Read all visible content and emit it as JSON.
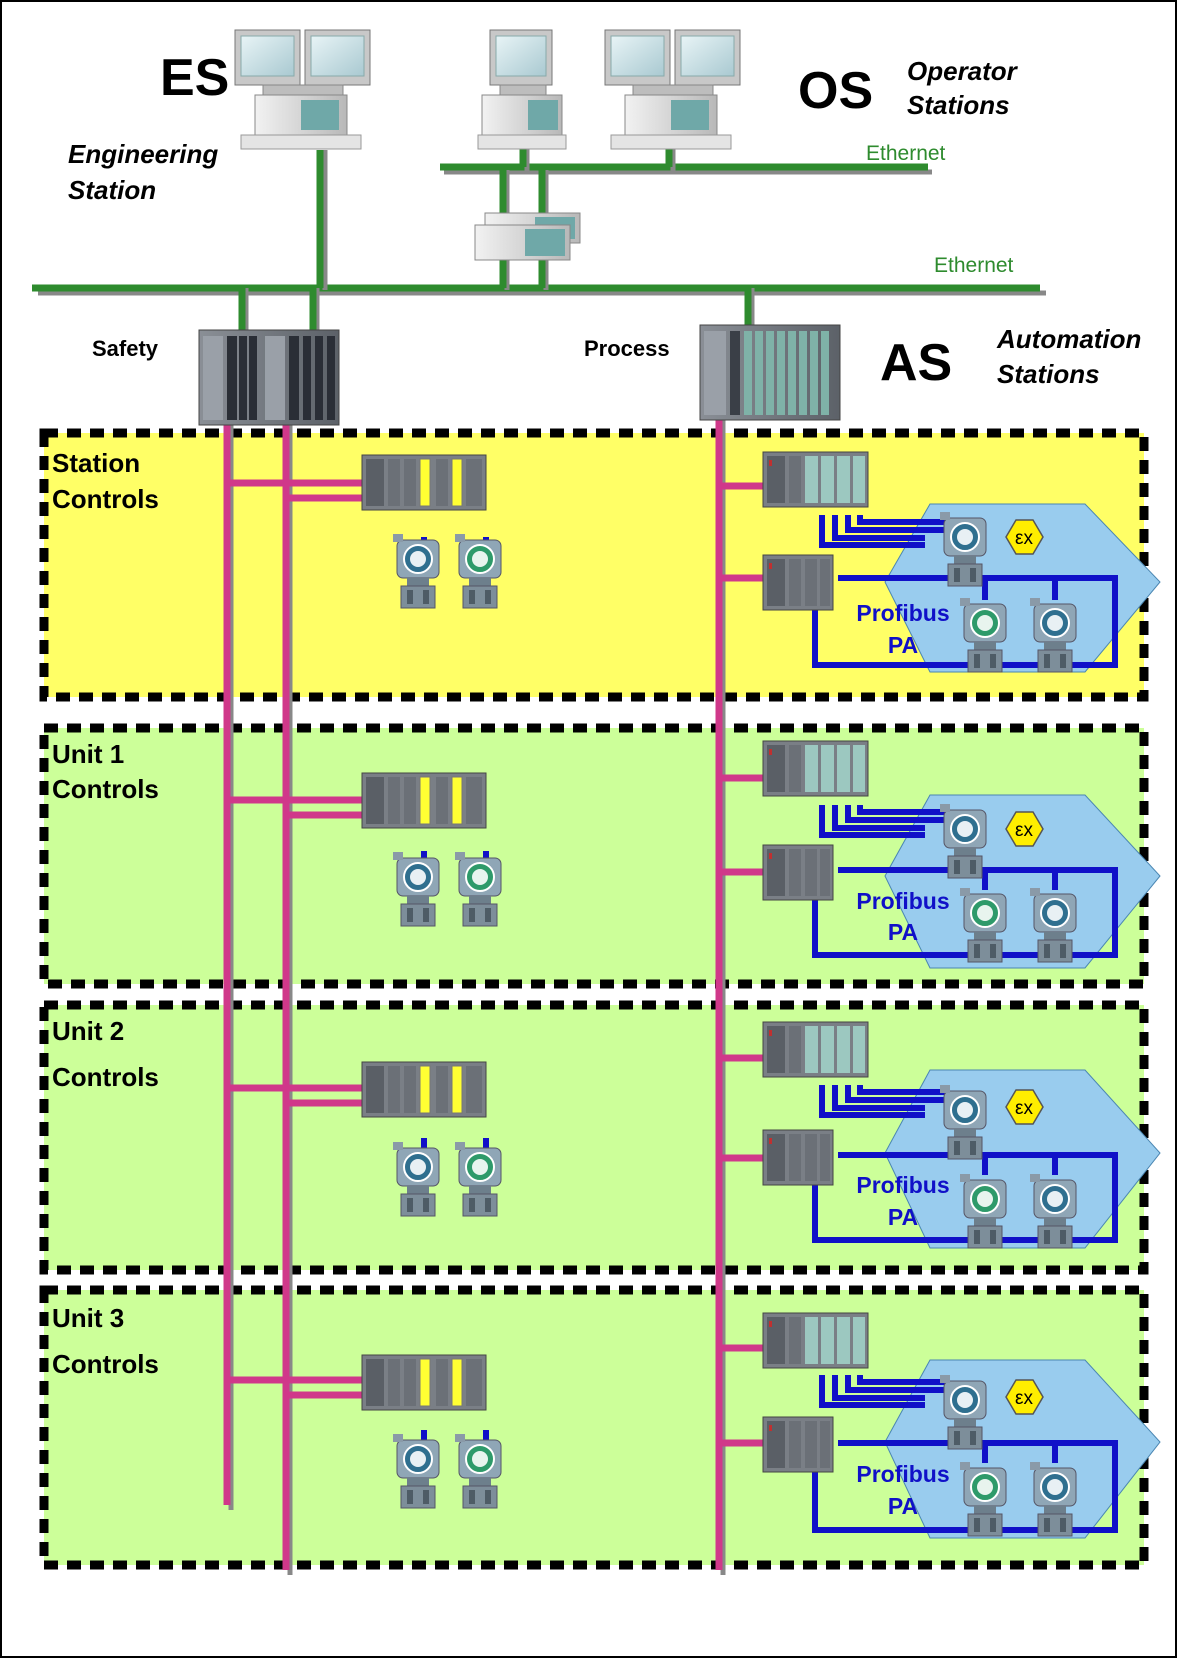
{
  "colors": {
    "ethernet": "#2e8b2e",
    "fieldbus": "#d0388a",
    "profibus_pa": "#1010c8",
    "station_zone": "#ffff66",
    "unit_zone": "#ccff99",
    "ex_zone": "#99ccee",
    "ex_badge": "#ffee00",
    "zone_border": "#000000"
  },
  "top": {
    "es": {
      "abbrev": "ES",
      "line1": "Engineering",
      "line2": "Station"
    },
    "os": {
      "abbrev": "OS",
      "line1": "Operator",
      "line2": "Stations"
    },
    "as": {
      "abbrev": "AS",
      "line1": "Automation",
      "line2": "Stations"
    },
    "ethernet_upper": "Ethernet",
    "ethernet_lower": "Ethernet",
    "safety": "Safety",
    "process": "Process"
  },
  "zones": [
    {
      "line1": "Station",
      "line2": "Controls",
      "profibus": "Profibus",
      "pa": "PA",
      "ex": "εx"
    },
    {
      "line1": "Unit 1",
      "line2": "Controls",
      "profibus": "Profibus",
      "pa": "PA",
      "ex": "εx"
    },
    {
      "line1": "Unit 2",
      "line2": "Controls",
      "profibus": "Profibus",
      "pa": "PA",
      "ex": "εx"
    },
    {
      "line1": "Unit 3",
      "line2": "Controls",
      "profibus": "Profibus",
      "pa": "PA",
      "ex": "εx"
    }
  ],
  "icons": {
    "pc": "computer-workstation-icon",
    "plc": "plc-rack-icon",
    "io": "remote-io-rack-icon",
    "transmitter": "field-transmitter-icon",
    "ex": "explosion-proof-icon"
  }
}
